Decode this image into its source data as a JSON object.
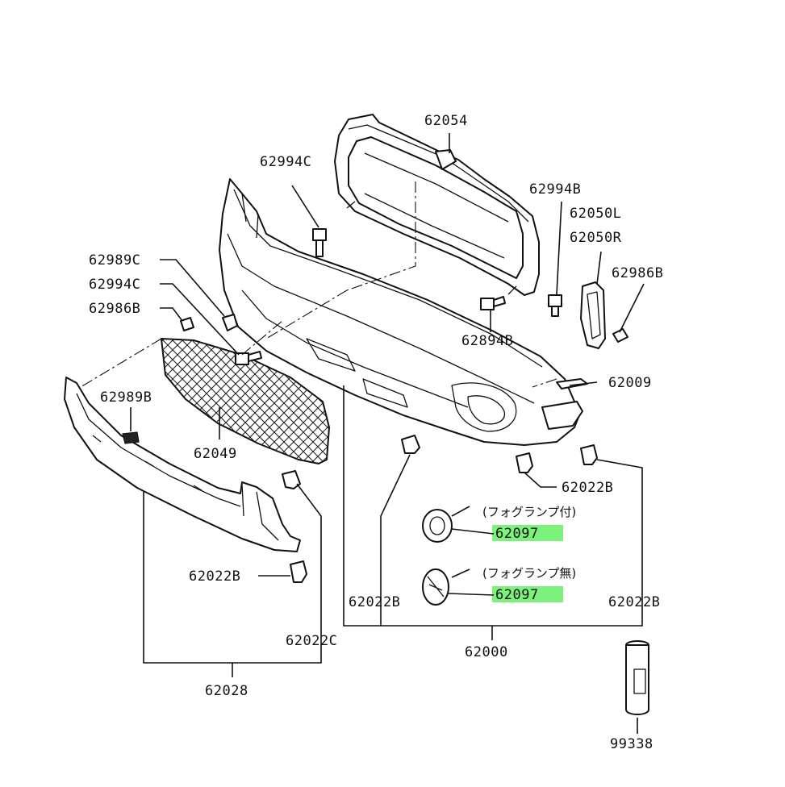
{
  "diagram": {
    "parts": {
      "p62054": "62054",
      "p62994C_top": "62994C",
      "p62994B": "62994B",
      "p62050L": "62050L",
      "p62050R": "62050R",
      "p62986B_right": "62986B",
      "p62989C": "62989C",
      "p62994C_left": "62994C",
      "p62986B_left": "62986B",
      "p62894B": "62894B",
      "p62009": "62009",
      "p62989B": "62989B",
      "p62049": "62049",
      "p62022B_mid": "62022B",
      "p62022B_left": "62022B",
      "p62022B_center": "62022B",
      "p62022B_right": "62022B",
      "p62022C": "62022C",
      "p62000": "62000",
      "p62028": "62028",
      "p99338": "99338",
      "p62097_a": "62097",
      "p62097_b": "62097"
    },
    "notes": {
      "fog_with": "(フォグランプ付)",
      "fog_without": "(フォグランプ無)"
    },
    "colors": {
      "highlight": "#7CF27C",
      "line": "#111111",
      "background": "#ffffff"
    }
  }
}
